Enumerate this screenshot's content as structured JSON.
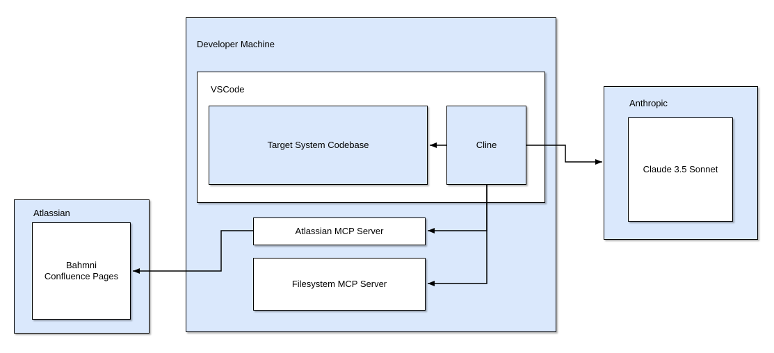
{
  "diagram": {
    "colors": {
      "container_fill": "#dae8fc",
      "node_fill_blue": "#dae8fc",
      "node_fill_white": "#ffffff",
      "stroke": "#000000",
      "background": "#ffffff"
    },
    "containers": {
      "developer_machine": {
        "label": "Developer Machine"
      },
      "vscode": {
        "label": "VSCode"
      },
      "atlassian": {
        "label": "Atlassian"
      },
      "anthropic": {
        "label": "Anthropic"
      }
    },
    "nodes": {
      "target_system_codebase": {
        "label": "Target System Codebase"
      },
      "cline": {
        "label": "Cline"
      },
      "atlassian_mcp_server": {
        "label": "Atlassian MCP Server"
      },
      "filesystem_mcp_server": {
        "label": "Filesystem MCP Server"
      },
      "bahmni_confluence_pages": {
        "label": "Bahmni Confluence Pages"
      },
      "claude_3_5_sonnet": {
        "label": "Claude 3.5 Sonnet"
      }
    },
    "connectors": [
      {
        "from": "Cline",
        "to": "Target System Codebase"
      },
      {
        "from": "Cline",
        "to": "Claude 3.5 Sonnet"
      },
      {
        "from": "Cline",
        "to": "Atlassian MCP Server"
      },
      {
        "from": "Cline",
        "to": "Filesystem MCP Server"
      },
      {
        "from": "Atlassian MCP Server",
        "to": "Bahmni Confluence Pages"
      }
    ]
  }
}
